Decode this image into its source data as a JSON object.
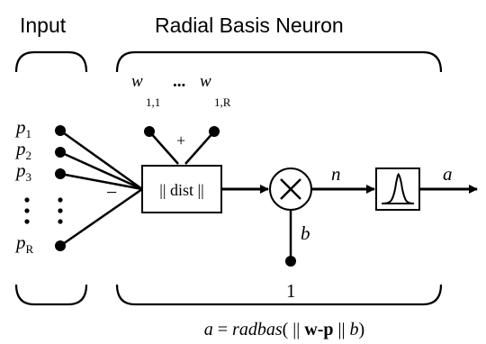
{
  "headings": {
    "input": "Input",
    "neuron": "Radial Basis Neuron"
  },
  "weights": {
    "w": "w",
    "sub_first": "1,1",
    "ellipsis": "...",
    "sub_last": "1,R"
  },
  "inputs": {
    "p": "p",
    "subscripts": [
      "1",
      "2",
      "3",
      "R"
    ],
    "ellipsis_vertical": "⋮"
  },
  "signs": {
    "plus": "+",
    "minus": "−"
  },
  "dist_box": {
    "label": "|| dist ||"
  },
  "multiply": {
    "symbol": "×"
  },
  "signals": {
    "n": "n",
    "a": "a",
    "b": "b"
  },
  "dimension_label": "1",
  "equation": {
    "lhs": "a",
    "eq": " = ",
    "func": "radbas",
    "open": "( || ",
    "arg": "w-p",
    "mid": " || ",
    "b": "b",
    "close": ")"
  },
  "colors": {
    "ink": "#000000",
    "background": "#ffffff"
  },
  "icons": [
    "radbas-transfer-icon",
    "multiply-icon",
    "arrow-icon"
  ]
}
